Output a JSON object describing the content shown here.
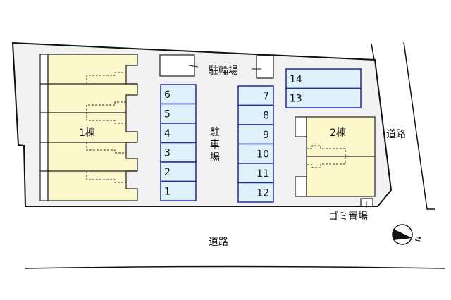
{
  "labels": {
    "building1": "1棟",
    "building2": "2棟",
    "bike_parking": "駐輪場",
    "parking_v1": "駐",
    "parking_v2": "車",
    "parking_v3": "場",
    "road_right": "道路",
    "road_bottom": "道路",
    "garbage": "ゴミ置場",
    "north": "N"
  },
  "parking_left": [
    "6",
    "5",
    "4",
    "3",
    "2",
    "1"
  ],
  "parking_middle": [
    "7",
    "8",
    "9",
    "10",
    "11",
    "12"
  ],
  "parking_right": [
    "14",
    "13"
  ],
  "colors": {
    "lot": "#f2f2f2",
    "building": "#fdf7cc",
    "parking_fill": "#dff1fb",
    "parking_border": "#1f2a9e"
  }
}
